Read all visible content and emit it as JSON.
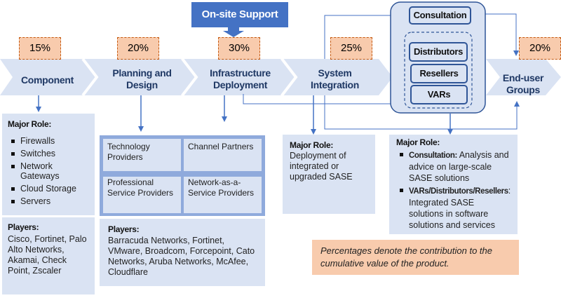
{
  "title_box": {
    "label": "On-site Support"
  },
  "stages": [
    {
      "label_line1": "",
      "label_line2": "Component",
      "percent": "15%"
    },
    {
      "label_line1": "Planning and",
      "label_line2": "Design",
      "percent": "20%"
    },
    {
      "label_line1": "Infrastructure",
      "label_line2": "Deployment",
      "percent": "30%"
    },
    {
      "label_line1": "System",
      "label_line2": "Integration",
      "percent": "25%"
    },
    {
      "label_line1": "End-user",
      "label_line2": "Groups",
      "percent": "20%"
    }
  ],
  "channel_group": {
    "consultation": "Consultation",
    "items": [
      "Distributors",
      "Resellers",
      "VARs"
    ]
  },
  "component_panel": {
    "role_title": "Major Role:",
    "roles": [
      "Firewalls",
      "Switches",
      "Network Gateways",
      "Cloud Storage",
      "Servers"
    ],
    "players_title": "Players:",
    "players": "Cisco, Fortinet, Palo Alto Networks, Akamai, Check Point, Zscaler"
  },
  "planning_panel": {
    "grid": [
      "Technology Providers",
      "Channel Partners",
      "Professional Service Providers",
      "Network-as-a-Service Providers"
    ],
    "players_title": "Players:",
    "players": "Barracuda Networks, Fortinet, VMware, Broadcom, Forcepoint, Cato Networks, Aruba Networks, McAfee,  Cloudflare"
  },
  "integration_panel": {
    "role_title": "Major Role:",
    "role_text": "Deployment of integrated or upgraded SASE"
  },
  "channel_panel": {
    "role_title": "Major Role:",
    "items": [
      {
        "term": "Consultation:",
        "text": " Analysis and advice on large-scale SASE solutions"
      },
      {
        "term": "VARs/Distributors/Resellers",
        "text": ": Integrated SASE solutions in software solutions and services"
      }
    ]
  },
  "note": {
    "text": "Percentages denote the contribution to the cumulative value of the product."
  },
  "colors": {
    "chevron": "#dae3f3",
    "accent_blue": "#4472c4",
    "dark_blue": "#2f5597",
    "percent_fill": "#f8cbad",
    "stage_text": "#1f3864"
  }
}
